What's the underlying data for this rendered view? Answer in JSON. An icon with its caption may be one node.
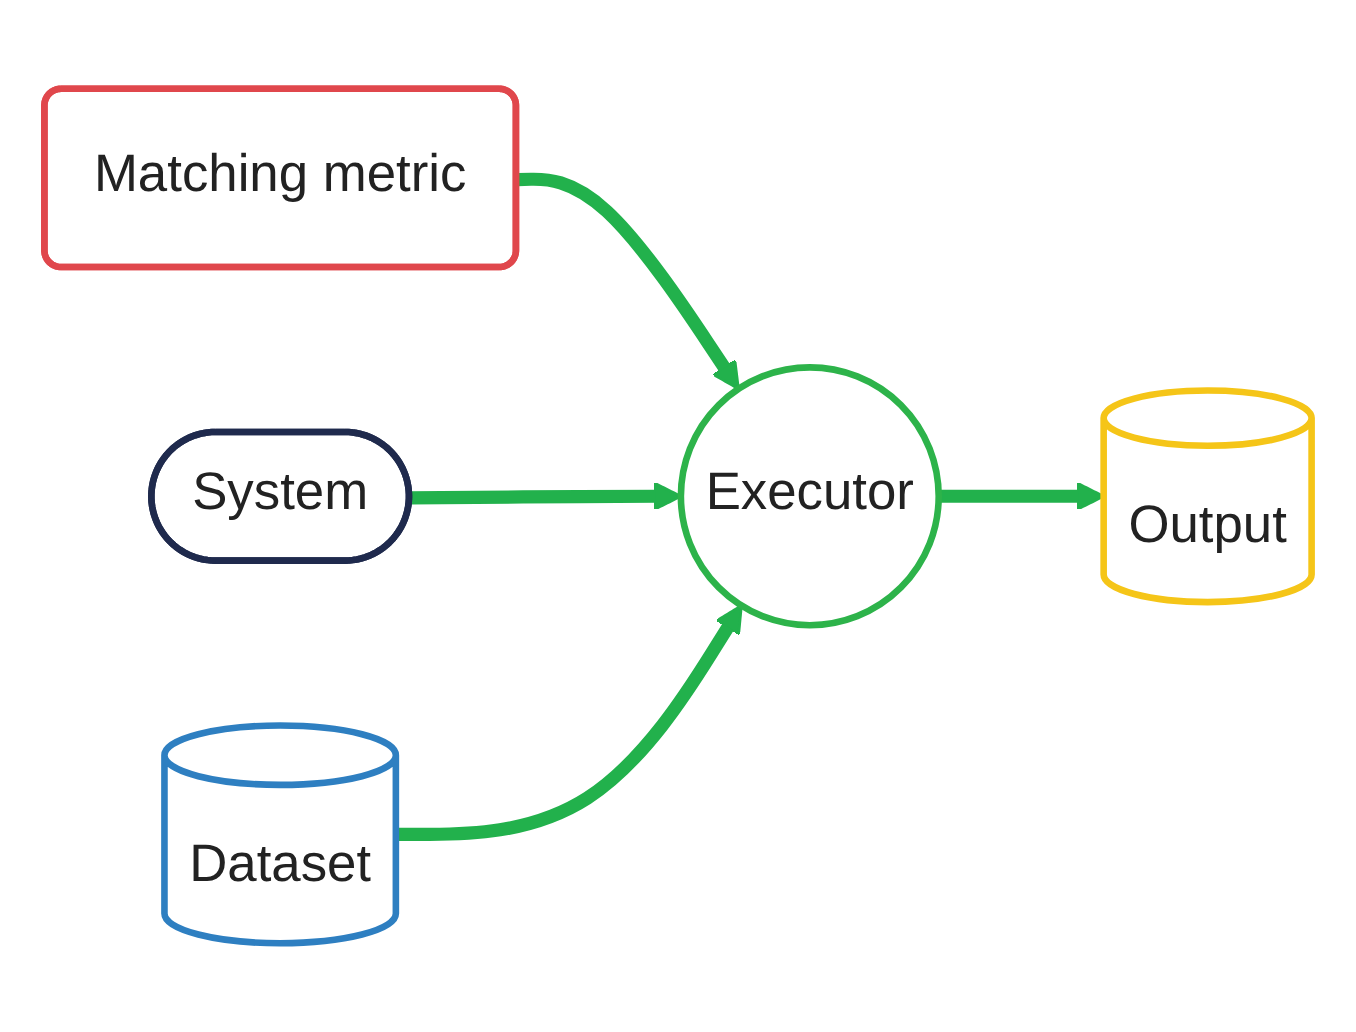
{
  "diagram": {
    "nodes": [
      {
        "text": [
          "Matching metric"
        ]
      },
      {
        "text": [
          "System"
        ]
      },
      {
        "text": [
          "Executor"
        ]
      },
      {
        "text": [
          "Output"
        ]
      },
      {
        "text": [
          "Dataset"
        ]
      }
    ],
    "edges": [
      {
        "from": 0,
        "to": 2,
        "arrow": "to"
      },
      {
        "from": 1,
        "to": 2,
        "arrow": "to"
      },
      {
        "from": 2,
        "to": 3,
        "arrow": "to"
      },
      {
        "from": 4,
        "to": 2,
        "arrow": "to"
      }
    ]
  }
}
